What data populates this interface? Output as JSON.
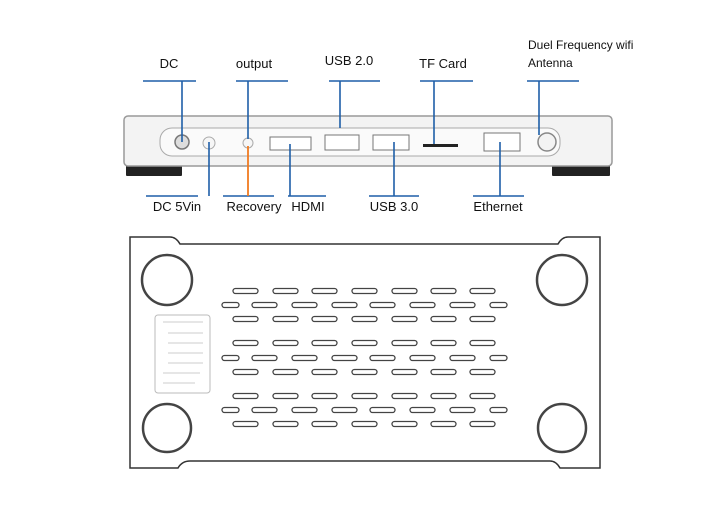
{
  "front_view": {
    "top_labels": {
      "dc": "DC",
      "output": "output",
      "usb2": "USB 2.0",
      "tf_card": "TF Card",
      "wifi_line1": "Duel Frequency wifi",
      "wifi_line2": "Antenna"
    },
    "bottom_labels": {
      "dc5vin": "DC 5Vin",
      "recovery": "Recovery",
      "hdmi": "HDMI",
      "usb3": "USB 3.0",
      "ethernet": "Ethernet"
    },
    "colors": {
      "leader": "#1f5fa8",
      "recovery_leader": "#f07a20"
    }
  },
  "bottom_view": {}
}
